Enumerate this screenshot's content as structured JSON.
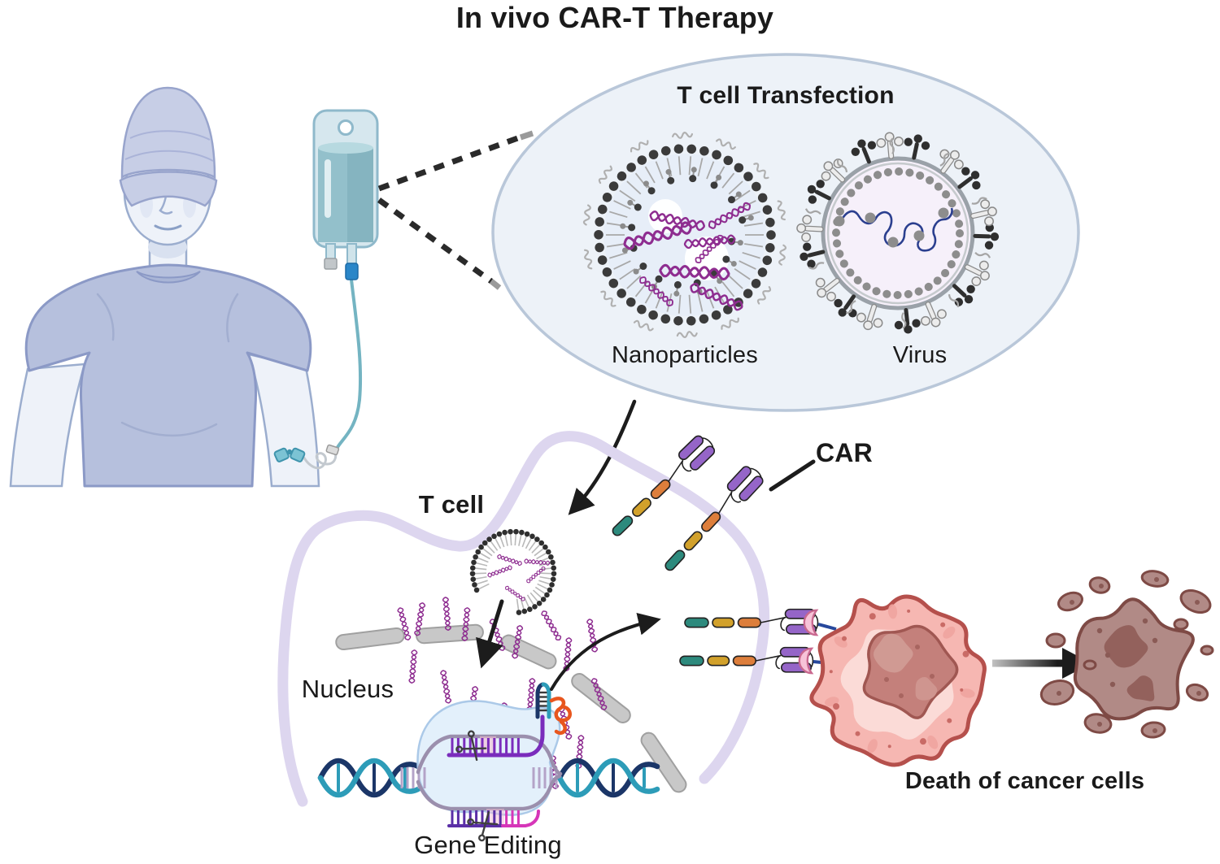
{
  "title": "In vivo CAR-T Therapy",
  "callout": {
    "heading": "T cell Transfection",
    "methods": [
      {
        "label": "Nanoparticles"
      },
      {
        "label": "Virus"
      }
    ]
  },
  "tcell": {
    "label": "T cell",
    "nucleus_label": "Nucleus",
    "gene_editing_label": "Gene Editing"
  },
  "receptor": {
    "label": "CAR"
  },
  "outcome": {
    "label": "Death of cancer cells"
  },
  "colors": {
    "text": "#1a1a1a",
    "accent_mrna": "#8e2d90",
    "membrane": "#ddd6ef",
    "ellipse_fill": "#edf2f8",
    "ellipse_stroke": "#b9c7d9",
    "car_teal": "#2d8a7d",
    "car_gold": "#d2a12b",
    "car_orange": "#dd7e3b",
    "car_purple": "#9565c8",
    "antigen_pink": "#f7c3d8",
    "cancer_fill": "#f6b7b2",
    "cancer_stroke": "#b5504c",
    "dead_fill": "#b18a86",
    "dead_stroke": "#7e4a45"
  }
}
